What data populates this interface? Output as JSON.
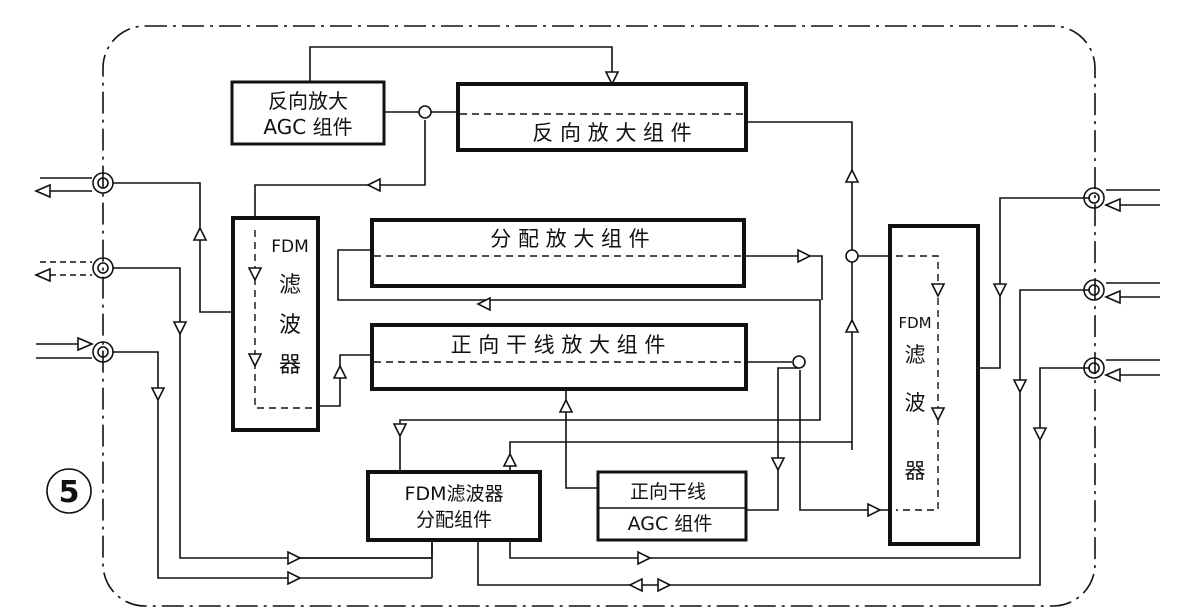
{
  "diagram": {
    "figure_number": "⑤",
    "reverse_agc": {
      "line1": "反向放大",
      "line2": "AGC 组件"
    },
    "reverse_amp": "反 向 放 大 组 件",
    "dist_amp": "分 配 放 大 组 件",
    "forward_trunk_amp": "正 向 干 线 放 大 组 件",
    "fdm_filter_left": {
      "line1": "FDM",
      "line2": "滤",
      "line3": "波",
      "line4": "器"
    },
    "fdm_filter_right": {
      "line1": "FDM",
      "line2": "滤",
      "line3": "波",
      "line4": "器"
    },
    "fdm_dist": {
      "line1": "FDM滤波器",
      "line2": "分配组件"
    },
    "forward_agc": {
      "line1": "正向干线",
      "line2": "AGC 组件"
    }
  }
}
